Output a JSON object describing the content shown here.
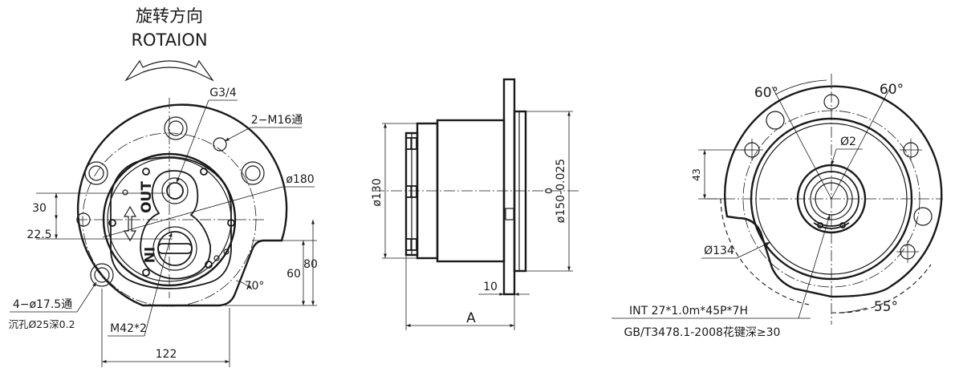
{
  "rotation": {
    "title_cn": "旋转方向",
    "title_en": "ROTAION"
  },
  "front_view": {
    "port_out": "OUT",
    "port_in": "IN",
    "thread_g": "G3/4",
    "tapped_holes": "2−M16通",
    "bolt_circle": "ø180",
    "dim_30": "30",
    "dim_22_5": "22.5",
    "dim_60": "60",
    "dim_80": "80",
    "angle_70": "70°",
    "mount_holes": "4−ø17.5通",
    "counterbore": "沉孔Ø25深0.2",
    "thread_m": "M42*2",
    "dim_122": "122"
  },
  "side_view": {
    "dim_130": "ø130",
    "pilot_top": "0",
    "pilot": "ø150-0.025",
    "dim_10": "10",
    "dim_a": "A"
  },
  "rear_view": {
    "angle_60_left": "60°",
    "angle_60_right": "60°",
    "dim_43": "43",
    "dim_2": "Ø2",
    "dim_134": "Ø134",
    "angle_55": "55°",
    "spline": "INT 27*1.0m*45P*7H",
    "spline_std": "GB/T3478.1-2008花键深≥30"
  }
}
